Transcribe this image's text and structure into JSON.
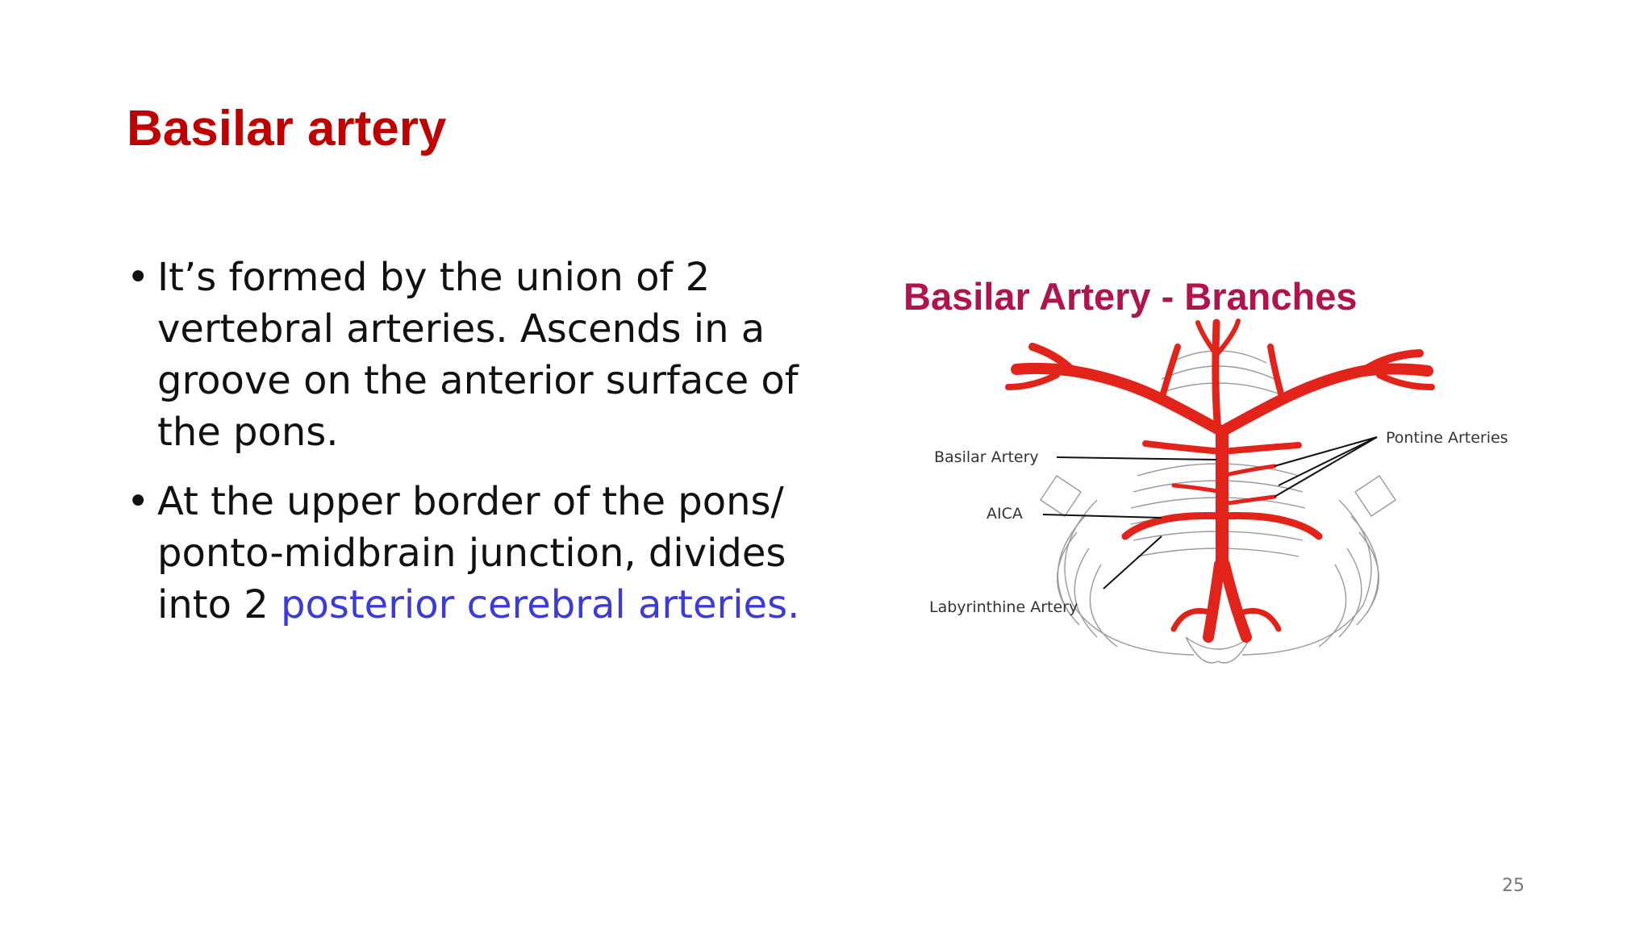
{
  "slide": {
    "title": "Basilar artery",
    "bullets": [
      {
        "text": "It’s formed by the union of 2 vertebral arteries. Ascends in a groove on the anterior surface of the pons."
      },
      {
        "text_before": "At the upper border of the pons/ ponto-midbrain junction, divides into 2 ",
        "text_highlight": "posterior cerebral arteries."
      }
    ],
    "page_number": "25"
  },
  "figure": {
    "title": "Basilar Artery - Branches",
    "labels": {
      "basilar": "Basilar Artery",
      "aica": "AICA",
      "labyrinthine": "Labyrinthine Artery",
      "pontine": "Pontine Arteries"
    }
  },
  "colors": {
    "title": "#c00000",
    "highlight": "#3b3bdb",
    "figure_title": "#b0144a",
    "artery": "#e2231a"
  }
}
